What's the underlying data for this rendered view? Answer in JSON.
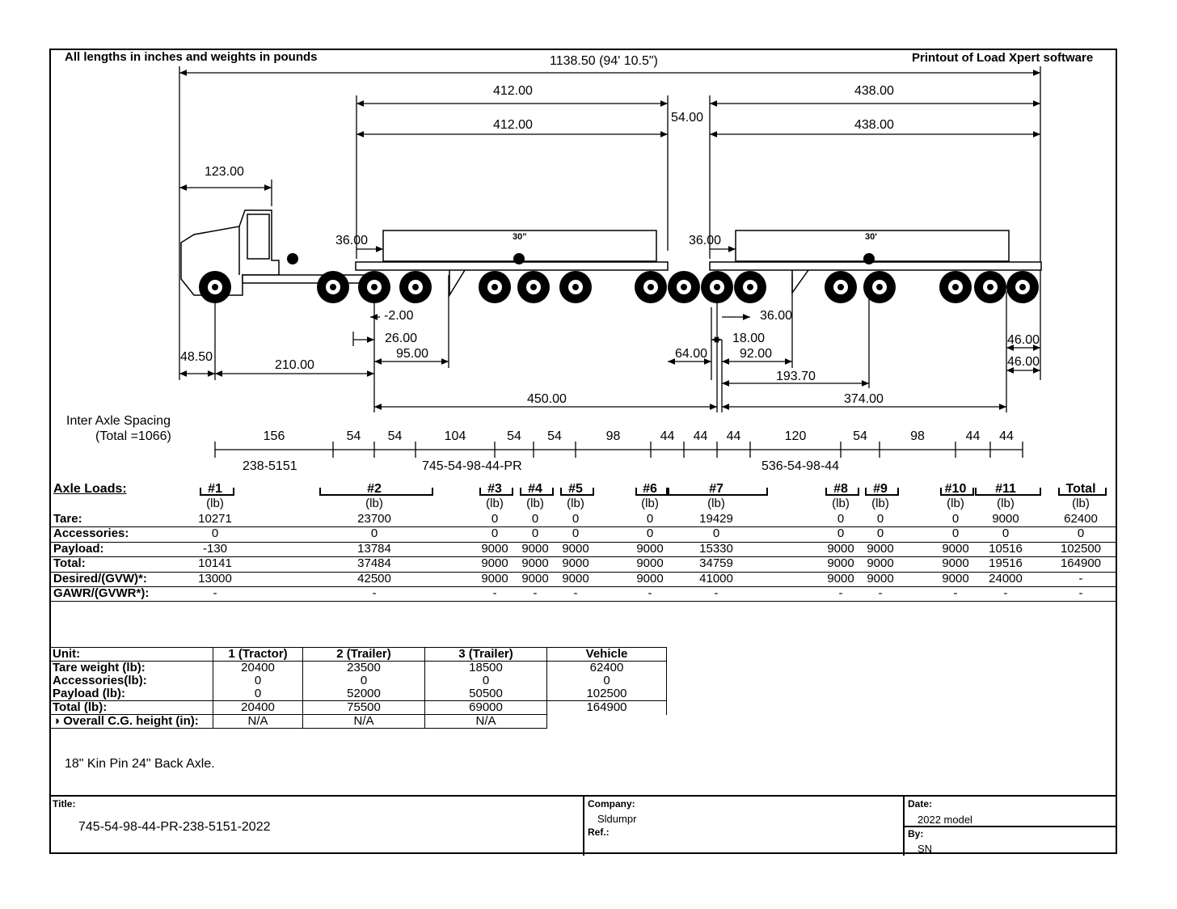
{
  "header": {
    "units_note": "All lengths in inches and weights in pounds",
    "software_note": "Printout of Load Xpert software",
    "overall_length": "1138.50 (94' 10.5\")"
  },
  "dimensions": {
    "trailer1_len_a": "412.00",
    "trailer1_len_b": "412.00",
    "gap": "54.00",
    "trailer2_len_a": "438.00",
    "trailer2_len_b": "438.00",
    "cab_len": "123.00",
    "t1_front_offset": "36.00",
    "t1_load_marker": "30\"",
    "t2_front_offset": "36.00",
    "t2_load_marker": "30'",
    "d_neg2": "-2.00",
    "d_26": "26.00",
    "d_95": "95.00",
    "d_48_5": "48.50",
    "d_210": "210.00",
    "d_450": "450.00",
    "d_64": "64.00",
    "d_36b": "36.00",
    "d_18": "18.00",
    "d_92": "92.00",
    "d_193_7": "193.70",
    "d_374": "374.00",
    "d_46a": "46.00",
    "d_46b": "46.00"
  },
  "inter_axle": {
    "title": "Inter Axle Spacing",
    "total": "(Total =1066)",
    "spacings": [
      "156",
      "54",
      "54",
      "104",
      "54",
      "54",
      "98",
      "44",
      "44",
      "44",
      "120",
      "54",
      "98",
      "44",
      "44"
    ],
    "group_labels": [
      "238-5151",
      "745-54-98-44-PR",
      "536-54-98-44"
    ]
  },
  "axle_loads": {
    "title": "Axle Loads:",
    "headers": [
      "#1",
      "#2",
      "#3",
      "#4",
      "#5",
      "#6",
      "#7",
      "#8",
      "#9",
      "#10",
      "#11",
      "Total"
    ],
    "unit": "(lb)",
    "rows": [
      {
        "label": "Tare:",
        "values": [
          "10271",
          "23700",
          "0",
          "0",
          "0",
          "0",
          "19429",
          "0",
          "0",
          "0",
          "9000",
          "62400"
        ]
      },
      {
        "label": "Accessories:",
        "values": [
          "0",
          "0",
          "0",
          "0",
          "0",
          "0",
          "0",
          "0",
          "0",
          "0",
          "0",
          "0"
        ]
      },
      {
        "label": "Payload:",
        "values": [
          "-130",
          "13784",
          "9000",
          "9000",
          "9000",
          "9000",
          "15330",
          "9000",
          "9000",
          "9000",
          "10516",
          "102500"
        ]
      },
      {
        "label": "Total:",
        "values": [
          "10141",
          "37484",
          "9000",
          "9000",
          "9000",
          "9000",
          "34759",
          "9000",
          "9000",
          "9000",
          "19516",
          "164900"
        ]
      },
      {
        "label": "Desired/(GVW)*:",
        "values": [
          "13000",
          "42500",
          "9000",
          "9000",
          "9000",
          "9000",
          "41000",
          "9000",
          "9000",
          "9000",
          "24000",
          "-"
        ]
      },
      {
        "label": "GAWR/(GVWR*):",
        "values": [
          "-",
          "-",
          "-",
          "-",
          "-",
          "-",
          "-",
          "-",
          "-",
          "-",
          "-",
          "-"
        ]
      }
    ]
  },
  "units": {
    "headers": [
      "Unit:",
      "1 (Tractor)",
      "2 (Trailer)",
      "3 (Trailer)",
      "Vehicle"
    ],
    "rows": [
      {
        "label": "Tare weight (lb):",
        "values": [
          "20400",
          "23500",
          "18500",
          "62400"
        ]
      },
      {
        "label": "Accessories(lb):",
        "values": [
          "0",
          "0",
          "0",
          "0"
        ]
      },
      {
        "label": "Payload (lb):",
        "values": [
          "0",
          "52000",
          "50500",
          "102500"
        ]
      },
      {
        "label": "Total (lb):",
        "values": [
          "20400",
          "75500",
          "69000",
          "164900"
        ]
      },
      {
        "label": "Overall C.G. height (in):",
        "values": [
          "N/A",
          "N/A",
          "N/A",
          ""
        ]
      }
    ]
  },
  "note": "18\" Kin Pin 24\" Back Axle.",
  "footer": {
    "title_label": "Title:",
    "title_value": "745-54-98-44-PR-238-5151-2022",
    "company_label": "Company:",
    "company_value": "Sldumpr",
    "ref_label": "Ref.:",
    "date_label": "Date:",
    "date_value": "2022 model",
    "by_label": "By:",
    "by_value": "SN"
  }
}
